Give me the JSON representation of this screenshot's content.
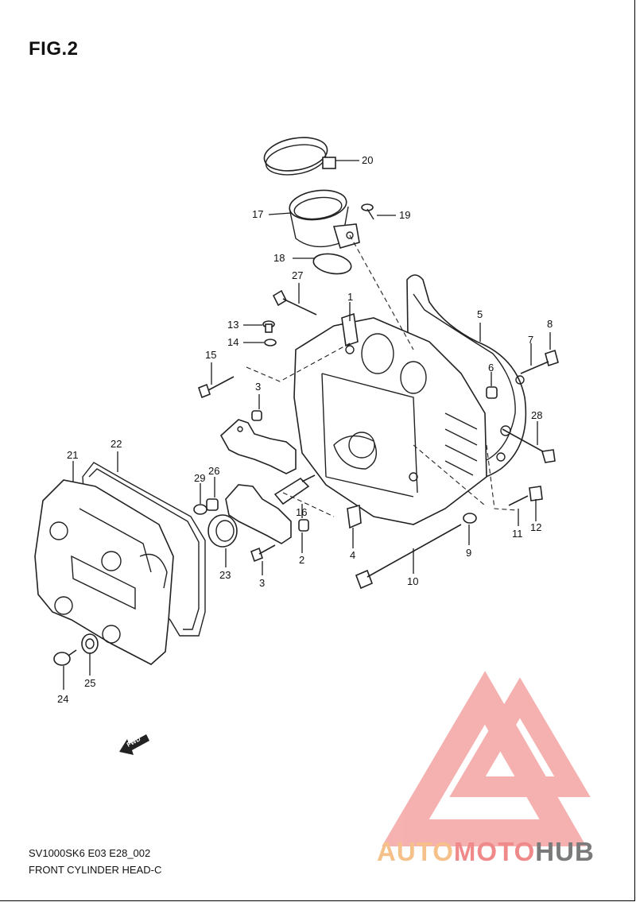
{
  "figure": {
    "title": "FIG.2",
    "model_code": "SV1000SK6 E03 E28_002",
    "section_name": "FRONT CYLINDER HEAD-C"
  },
  "callouts": [
    "1",
    "2",
    "3",
    "3",
    "3",
    "4",
    "5",
    "6",
    "7",
    "8",
    "9",
    "10",
    "11",
    "12",
    "13",
    "14",
    "15",
    "16",
    "17",
    "18",
    "19",
    "20",
    "21",
    "22",
    "23",
    "24",
    "25",
    "26",
    "27",
    "28",
    "29"
  ],
  "direction_marker": {
    "label": "FWD",
    "icon": "arrow-icon"
  },
  "watermark": {
    "part1": "AUTO",
    "part2": "MOTO",
    "part3": "HUB",
    "logo_color": "#f4a3a3",
    "colors": [
      "#f6c08a",
      "#f08a8a",
      "#7a7a7a"
    ]
  }
}
